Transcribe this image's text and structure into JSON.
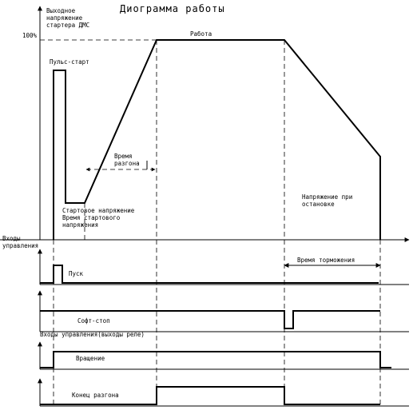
{
  "title": "Диограмма работы",
  "y_axis_label": [
    "Выходное",
    "напряжение",
    "стартера ДМС"
  ],
  "y_tick_100": "100%",
  "labels": {
    "work": "Работа",
    "pulse_start": "Пульс-старт",
    "accel_time": [
      "Время",
      "разгона"
    ],
    "start_voltage": [
      "Стартовое напряжение",
      "Время стартового",
      "напряжения"
    ],
    "stop_voltage": [
      "Напряжение при",
      "остановке"
    ],
    "control_inputs": [
      "Входы",
      "управления"
    ],
    "start_signal": "Пуск",
    "brake_time": "Время торможения",
    "soft_stop": "Софт-стоп",
    "control_outputs": "Входы управления(выходы реле)",
    "rotation": "Вращение",
    "accel_end": "Конец разгона"
  }
}
